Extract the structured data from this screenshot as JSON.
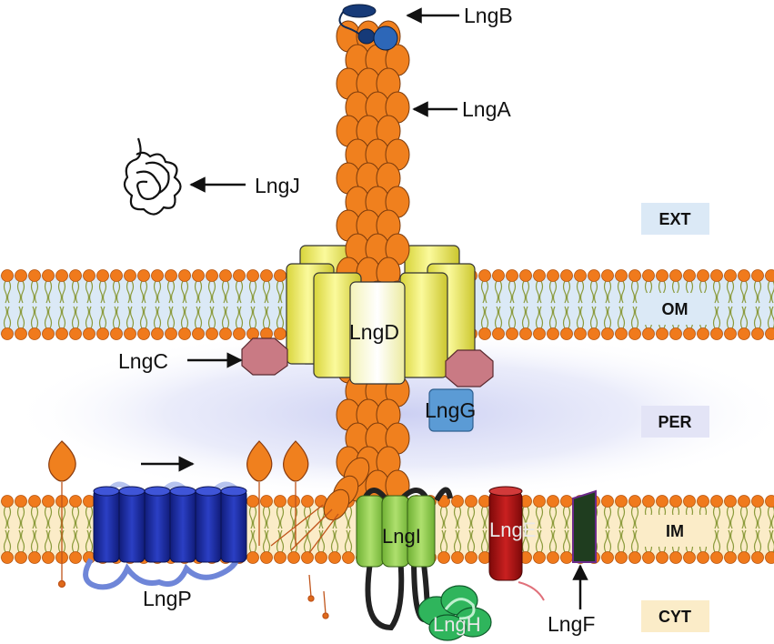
{
  "labels": {
    "lngA": "LngA",
    "lngB": "LngB",
    "lngC": "LngC",
    "lngD": "LngD",
    "lngE": "LngE",
    "lngF": "LngF",
    "lngG": "LngG",
    "lngH": "LngH",
    "lngI": "LngI",
    "lngJ": "LngJ",
    "lngP": "LngP"
  },
  "compartments": {
    "ext": "EXT",
    "om": "OM",
    "per": "PER",
    "im": "IM",
    "cyt": "CYT"
  },
  "colors": {
    "lipid_head": "#f07a1c",
    "pilin": "#f0801e",
    "secretin": "#f2f06a",
    "lngG": "#5b9bd5",
    "lngI": "#8fd14f",
    "lngE": "#a60f0f",
    "lngF": "#1f3d1f",
    "lngP": "#1a2a9e",
    "lngH": "#2fb55c",
    "ext_badge": "#dbe9f6",
    "om_badge": "#dbe9f6",
    "per_badge": "#e3e4f6",
    "im_badge": "#fbecc8",
    "cyt_badge": "#fbecc8"
  },
  "icons": [
    "lipid-bilayer",
    "pilus-fiber",
    "secretin-channel",
    "arrow"
  ]
}
